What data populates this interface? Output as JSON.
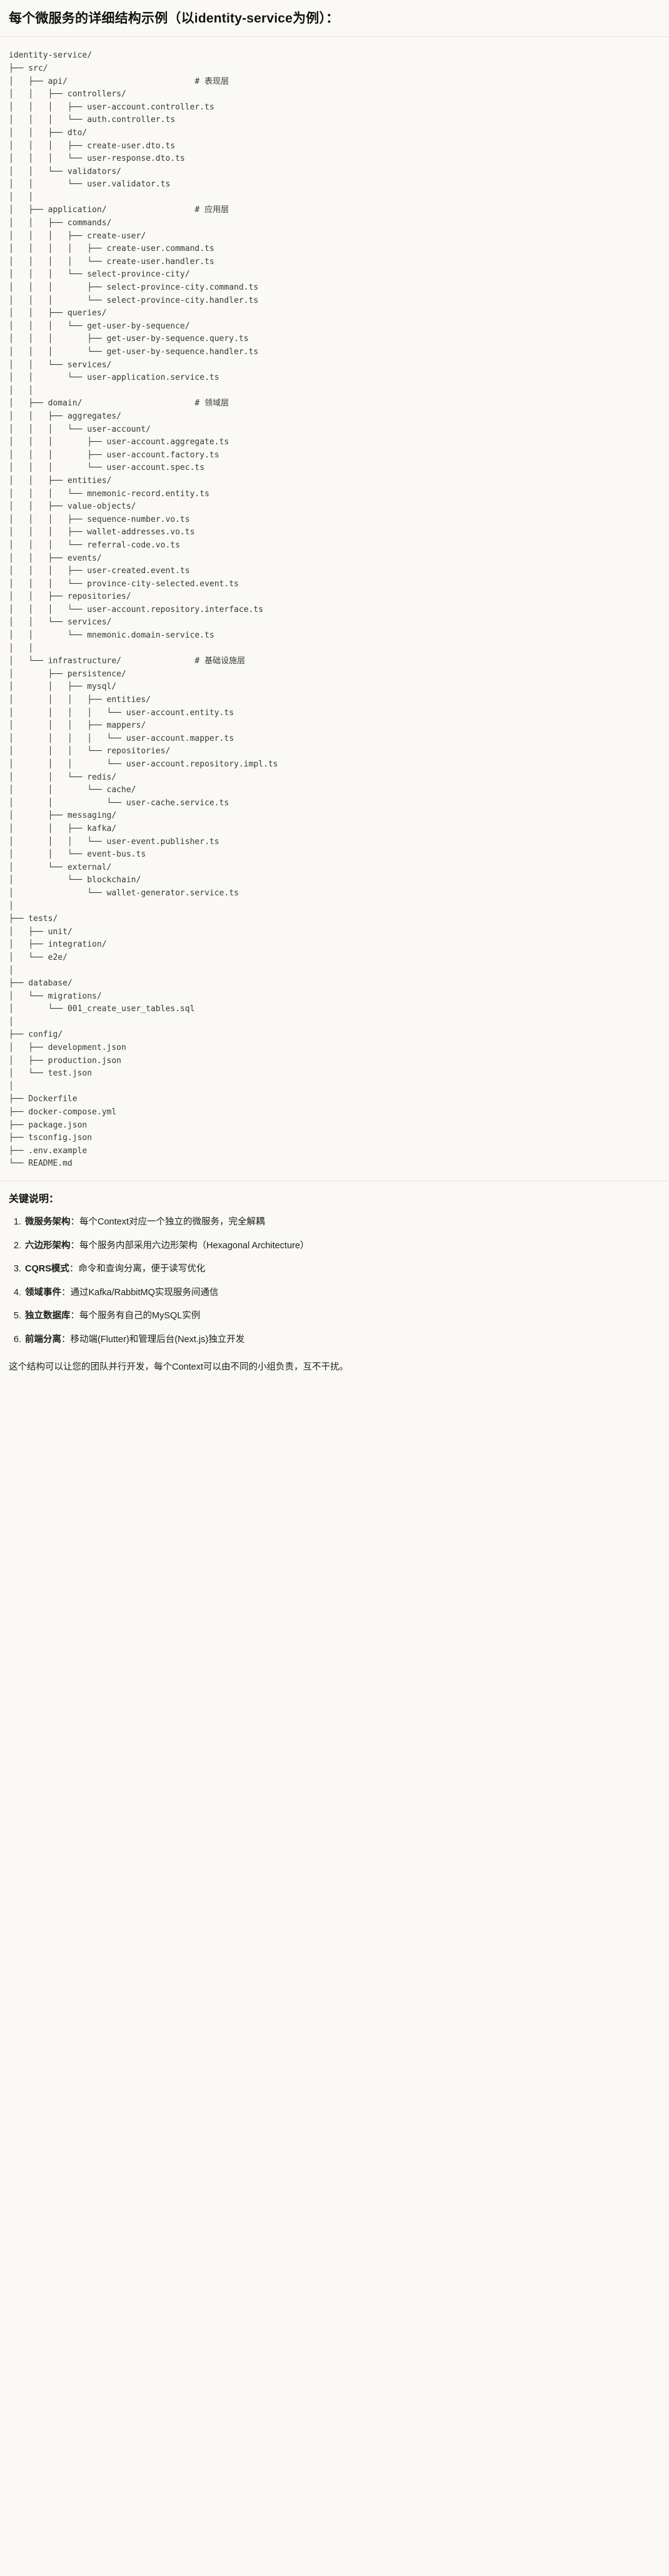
{
  "header": {
    "title": "每个微服务的详细结构示例（以identity-service为例）："
  },
  "tree": {
    "root_label": "identity-service/",
    "text": "identity-service/\n├── src/\n│   ├── api/                          # 表现层\n│   │   ├── controllers/\n│   │   │   ├── user-account.controller.ts\n│   │   │   └── auth.controller.ts\n│   │   ├── dto/\n│   │   │   ├── create-user.dto.ts\n│   │   │   └── user-response.dto.ts\n│   │   └── validators/\n│   │       └── user.validator.ts\n│   │\n│   ├── application/                  # 应用层\n│   │   ├── commands/\n│   │   │   ├── create-user/\n│   │   │   │   ├── create-user.command.ts\n│   │   │   │   └── create-user.handler.ts\n│   │   │   └── select-province-city/\n│   │   │       ├── select-province-city.command.ts\n│   │   │       └── select-province-city.handler.ts\n│   │   ├── queries/\n│   │   │   └── get-user-by-sequence/\n│   │   │       ├── get-user-by-sequence.query.ts\n│   │   │       └── get-user-by-sequence.handler.ts\n│   │   └── services/\n│   │       └── user-application.service.ts\n│   │\n│   ├── domain/                       # 领域层\n│   │   ├── aggregates/\n│   │   │   └── user-account/\n│   │   │       ├── user-account.aggregate.ts\n│   │   │       ├── user-account.factory.ts\n│   │   │       └── user-account.spec.ts\n│   │   ├── entities/\n│   │   │   └── mnemonic-record.entity.ts\n│   │   ├── value-objects/\n│   │   │   ├── sequence-number.vo.ts\n│   │   │   ├── wallet-addresses.vo.ts\n│   │   │   └── referral-code.vo.ts\n│   │   ├── events/\n│   │   │   ├── user-created.event.ts\n│   │   │   └── province-city-selected.event.ts\n│   │   ├── repositories/\n│   │   │   └── user-account.repository.interface.ts\n│   │   └── services/\n│   │       └── mnemonic.domain-service.ts\n│   │\n│   └── infrastructure/               # 基础设施层\n│       ├── persistence/\n│       │   ├── mysql/\n│       │   │   ├── entities/\n│       │   │   │   └── user-account.entity.ts\n│       │   │   ├── mappers/\n│       │   │   │   └── user-account.mapper.ts\n│       │   │   └── repositories/\n│       │   │       └── user-account.repository.impl.ts\n│       │   └── redis/\n│       │       └── cache/\n│       │           └── user-cache.service.ts\n│       ├── messaging/\n│       │   ├── kafka/\n│       │   │   └── user-event.publisher.ts\n│       │   └── event-bus.ts\n│       └── external/\n│           └── blockchain/\n│               └── wallet-generator.service.ts\n│\n├── tests/\n│   ├── unit/\n│   ├── integration/\n│   └── e2e/\n│\n├── database/\n│   └── migrations/\n│       └── 001_create_user_tables.sql\n│\n├── config/\n│   ├── development.json\n│   ├── production.json\n│   └── test.json\n│\n├── Dockerfile\n├── docker-compose.yml\n├── package.json\n├── tsconfig.json\n├── .env.example\n└── README.md",
    "layer_comments": [
      {
        "path": "src/api/",
        "comment": "# 表现层"
      },
      {
        "path": "src/application/",
        "comment": "# 应用层"
      },
      {
        "path": "src/domain/",
        "comment": "# 领域层"
      },
      {
        "path": "src/infrastructure/",
        "comment": "# 基础设施层"
      }
    ]
  },
  "notes": {
    "title": "关键说明：",
    "items": [
      {
        "term": "微服务架构",
        "sep": "：",
        "desc": "每个Context对应一个独立的微服务，完全解耦"
      },
      {
        "term": "六边形架构",
        "sep": "：",
        "desc": "每个服务内部采用六边形架构（Hexagonal Architecture）"
      },
      {
        "term": "CQRS模式",
        "sep": "：",
        "desc": "命令和查询分离，便于读写优化"
      },
      {
        "term": "领域事件",
        "sep": "：",
        "desc": "通过Kafka/RabbitMQ实现服务间通信"
      },
      {
        "term": "独立数据库",
        "sep": "：",
        "desc": "每个服务有自己的MySQL实例"
      },
      {
        "term": "前端分离",
        "sep": "：",
        "desc": "移动端(Flutter)和管理后台(Next.js)独立开发"
      }
    ],
    "footer": "这个结构可以让您的团队并行开发，每个Context可以由不同的小组负责，互不干扰。"
  },
  "colors": {
    "page_bg": "#faf9f6",
    "text": "#1b1b1b",
    "code_text": "#34373b",
    "divider": "#e4e2dc"
  }
}
